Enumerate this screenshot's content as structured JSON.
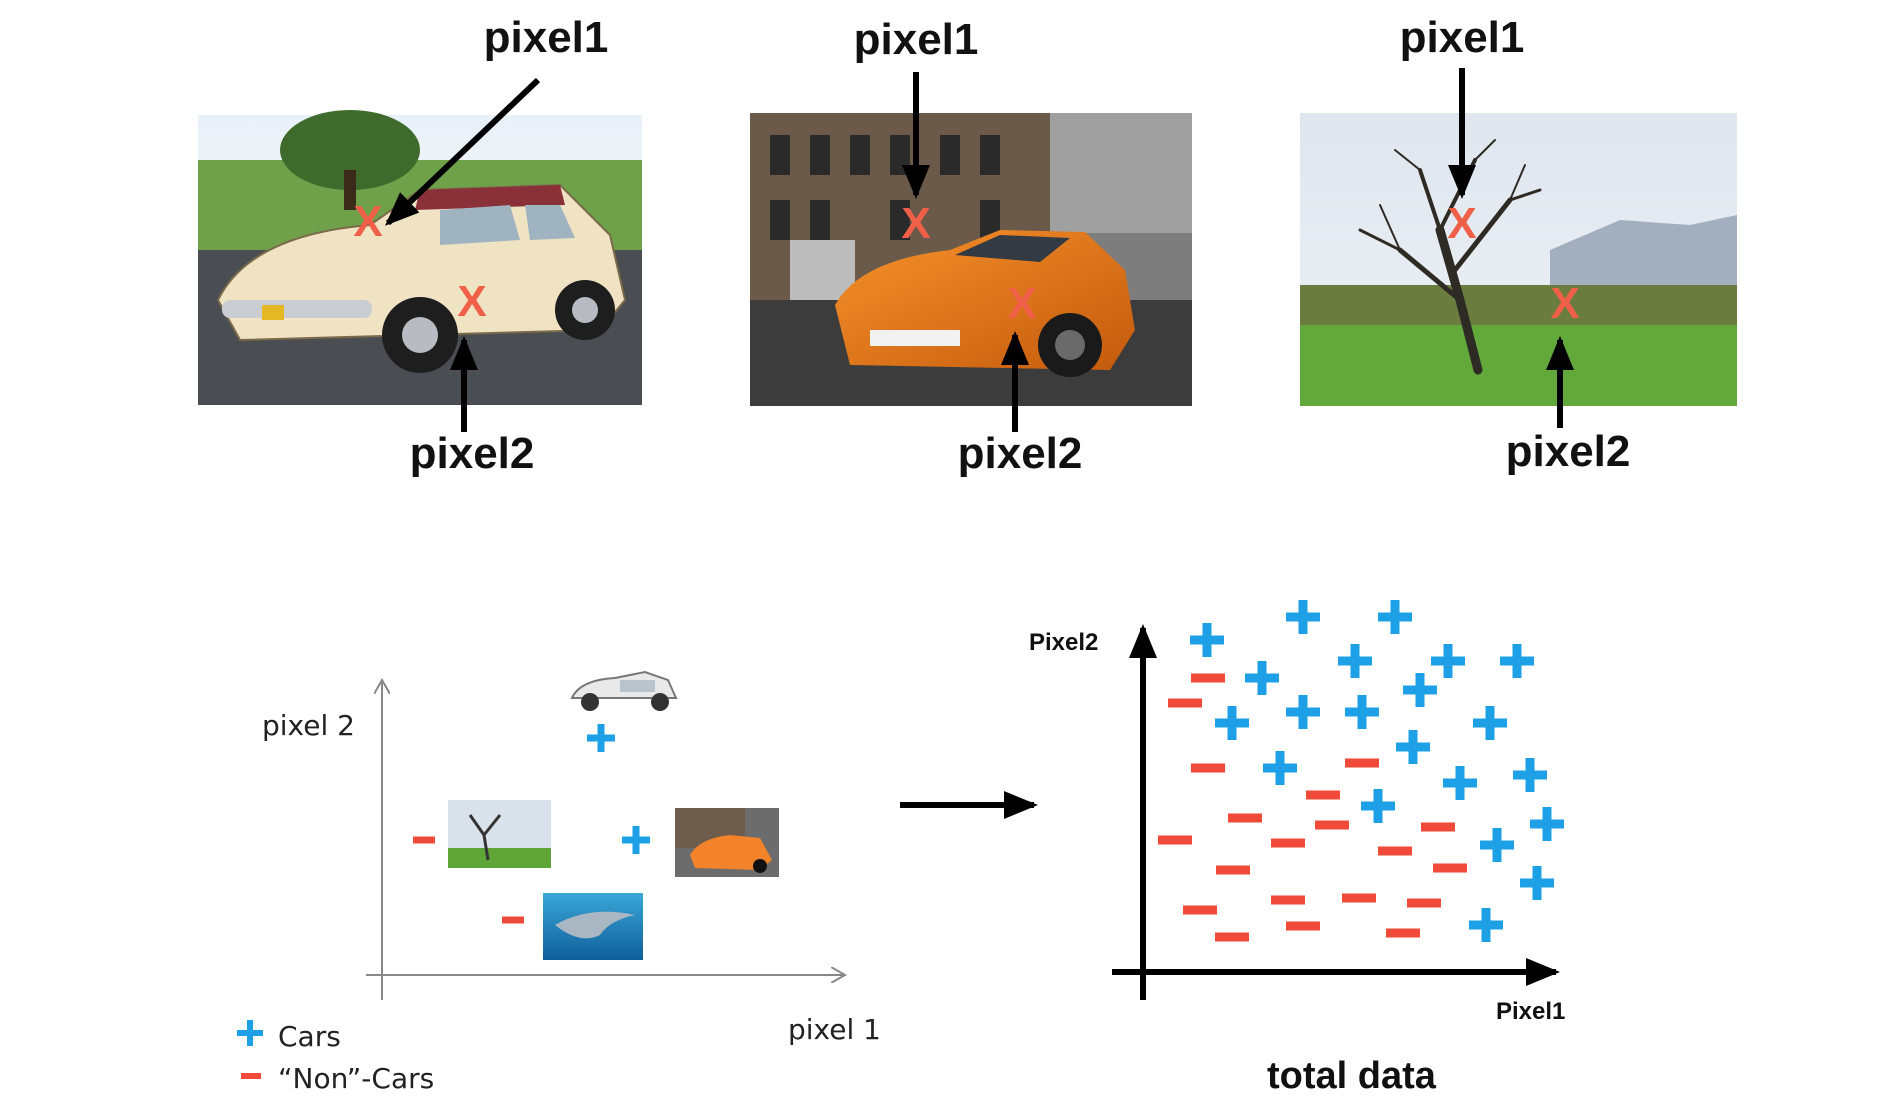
{
  "top_panels": [
    {
      "subject": "vintage car",
      "pixel1_label": "pixel1",
      "pixel2_label": "pixel2",
      "marker": "X"
    },
    {
      "subject": "orange sports car",
      "pixel1_label": "pixel1",
      "pixel2_label": "pixel2",
      "marker": "X"
    },
    {
      "subject": "bare tree in field",
      "pixel1_label": "pixel1",
      "pixel2_label": "pixel2",
      "marker": "X"
    }
  ],
  "example_plot": {
    "x_label": "pixel 1",
    "y_label": "pixel 2",
    "plus_symbol": "+",
    "minus_symbol": "−",
    "legend": [
      {
        "symbol": "+",
        "label": "Cars",
        "color": "#1ea0e6"
      },
      {
        "symbol": "−",
        "label": "“Non”-Cars",
        "color": "#f04a3a"
      }
    ]
  },
  "total_plot": {
    "x_label": "Pixel1",
    "y_label": "Pixel2",
    "caption": "total data"
  },
  "colors": {
    "car": "#1ea0e6",
    "noncar": "#f04a3a",
    "marker": "#f06048",
    "axis": "#000000",
    "thin_axis": "#888888"
  },
  "icons": {
    "plus": "plus-icon",
    "minus": "minus-icon",
    "arrow": "arrow-right-icon"
  }
}
